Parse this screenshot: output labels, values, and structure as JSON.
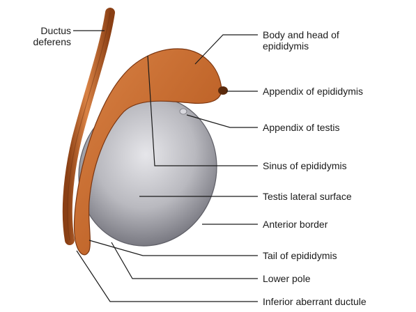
{
  "labels": {
    "ductus_deferens": [
      "Ductus",
      "deferens"
    ],
    "body_head_epididymis": [
      "Body and head of",
      "epididymis"
    ],
    "appendix_epididymis": "Appendix of epididymis",
    "appendix_testis": "Appendix of testis",
    "sinus_epididymis": "Sinus of epididymis",
    "testis_lateral_surface": "Testis lateral surface",
    "anterior_border": "Anterior border",
    "tail_epididymis": "Tail of epididymis",
    "lower_pole": "Lower pole",
    "inferior_aberrant_ductule": "Inferior aberrant ductule"
  },
  "colors": {
    "epididymis": "#c0652a",
    "epididymis_dark": "#8a3f14",
    "testis": "#b9b9bf",
    "testis_dark": "#7d7d86",
    "leader_lines": "#1a1a1a"
  }
}
